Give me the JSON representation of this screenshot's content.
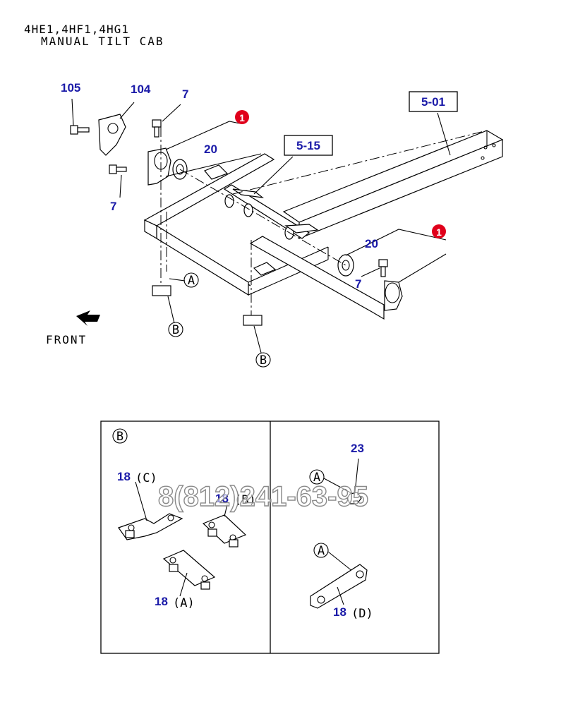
{
  "header": {
    "line1": "4HE1,4HF1,4HG1",
    "line2": "MANUAL TILT CAB"
  },
  "front_label": "FRONT",
  "callouts": {
    "c105": "105",
    "c104": "104",
    "c7a": "7",
    "c7b": "7",
    "c7c": "7",
    "c20a": "20",
    "c20b": "20",
    "c18a": "18",
    "c18b": "18",
    "c18c": "18",
    "c18d": "18",
    "c23": "23"
  },
  "ref_boxes": {
    "b501": "5-01",
    "b515": "5-15"
  },
  "markers": {
    "red1": "1",
    "red2": "1"
  },
  "circled": {
    "A": "A",
    "B": "B"
  },
  "variants": {
    "A": "(A)",
    "B": "(B)",
    "C": "(C)",
    "D": "(D)"
  },
  "watermark": "8(812)241-63-95",
  "colors": {
    "callout": "#1a1aa8",
    "marker": "#e0001b"
  }
}
